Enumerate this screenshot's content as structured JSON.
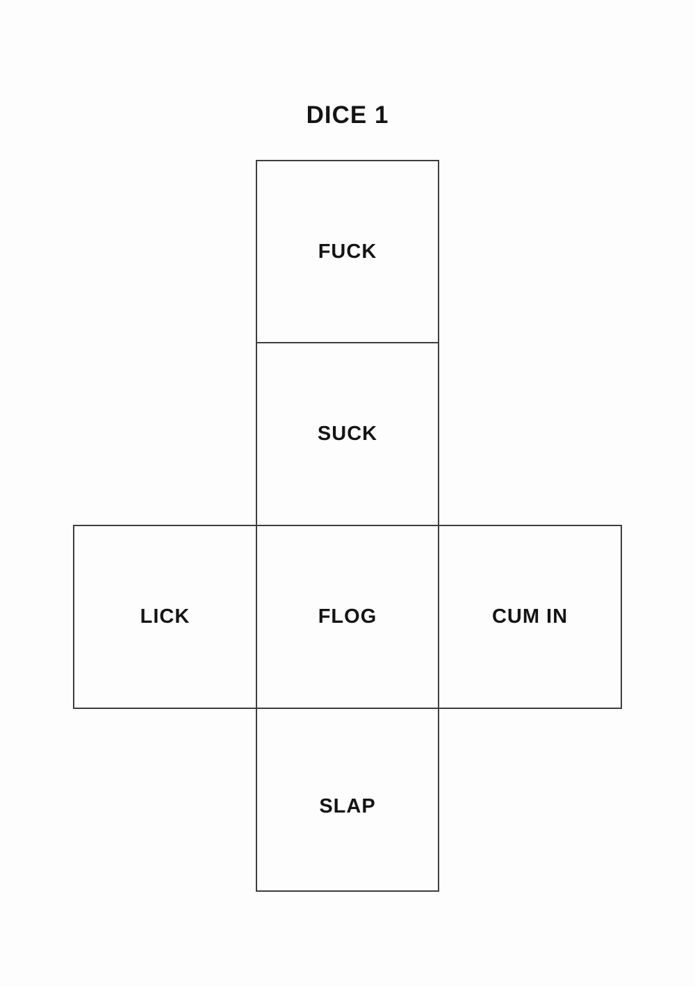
{
  "page": {
    "title": "DICE 1"
  },
  "dice": {
    "name": "DICE 1",
    "faces": [
      {
        "position": "top",
        "label": "FUCK"
      },
      {
        "position": "upper",
        "label": "SUCK"
      },
      {
        "position": "left",
        "label": "LICK"
      },
      {
        "position": "center",
        "label": "FLOG"
      },
      {
        "position": "right",
        "label": "CUM IN"
      },
      {
        "position": "bottom",
        "label": "SLAP"
      }
    ]
  },
  "colors": {
    "background": "#fdfdfd",
    "line": "#3d3d3d",
    "text": "#141414"
  }
}
